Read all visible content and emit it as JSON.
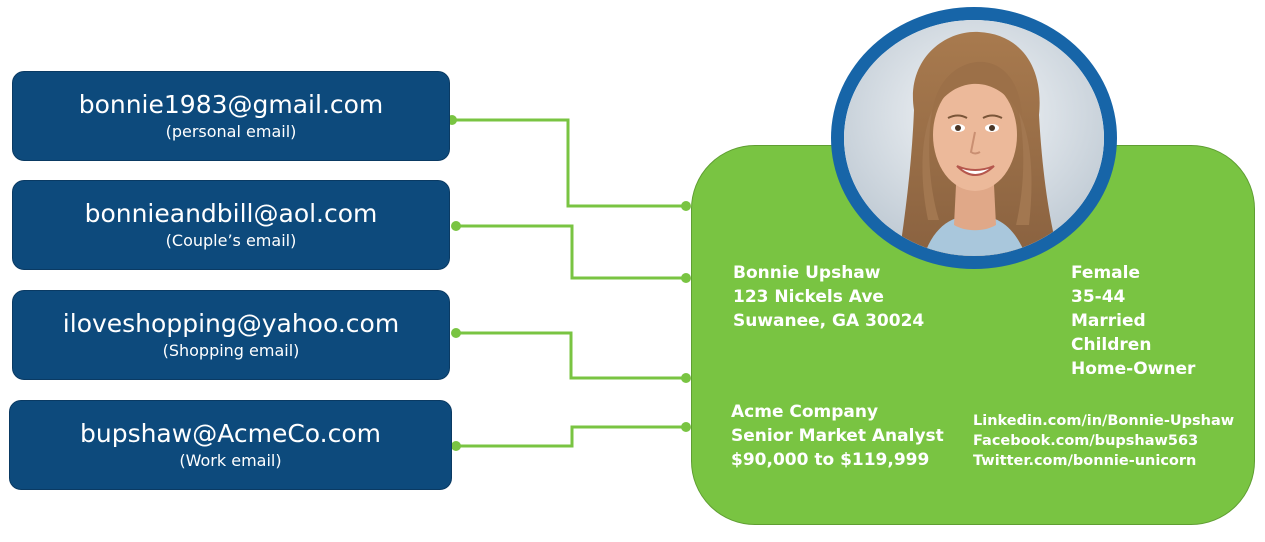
{
  "emails": [
    {
      "address": "bonnie1983@gmail.com",
      "description": "(personal email)"
    },
    {
      "address": "bonnieandbill@aol.com",
      "description": "(Couple’s email)"
    },
    {
      "address": "iloveshopping@yahoo.com",
      "description": "(Shopping email)"
    },
    {
      "address": "bupshaw@AcmeCo.com",
      "description": "(Work email)"
    }
  ],
  "profile": {
    "name_address": [
      "Bonnie Upshaw",
      "123 Nickels Ave",
      "Suwanee, GA  30024"
    ],
    "demographics": [
      "Female",
      "35-44",
      "Married",
      "Children",
      "Home-Owner"
    ],
    "employment": [
      "Acme Company",
      "Senior Market Analyst",
      "$90,000 to $119,999"
    ],
    "social": [
      "Linkedin.com/in/Bonnie-Upshaw",
      "Facebook.com/bupshaw563",
      "Twitter.com/bonnie-unicorn"
    ]
  },
  "colors": {
    "email_box": "#0d4a7c",
    "card": "#79c442",
    "connector": "#79c442",
    "avatar_ring": "#1765a8"
  }
}
